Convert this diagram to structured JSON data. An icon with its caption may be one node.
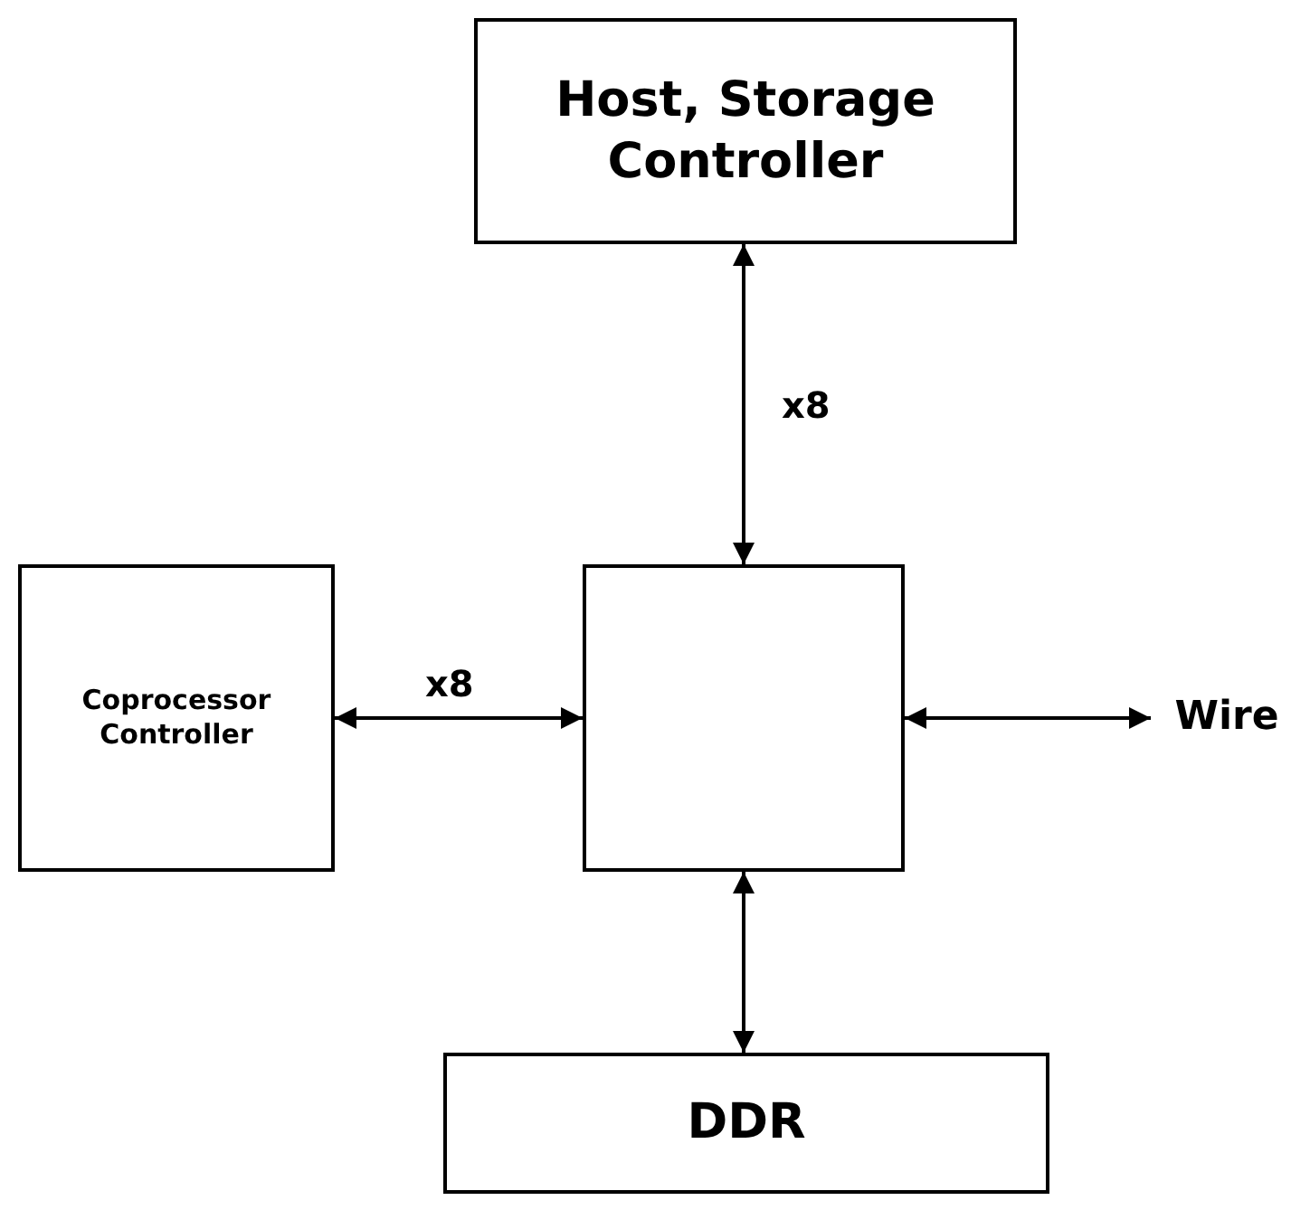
{
  "diagram": {
    "nodes": [
      {
        "text": [
          "Host, Storage Controller"
        ]
      },
      {
        "text": [
          "Coprocessor Controller"
        ]
      },
      {
        "text": [],
        "shape": "box"
      },
      {
        "text": [
          "Wire"
        ]
      },
      {
        "text": [
          "DDR"
        ]
      }
    ],
    "edges": [
      {
        "from": 0,
        "to": 2,
        "arrow": "both",
        "label": "x8"
      },
      {
        "from": 1,
        "to": 2,
        "arrow": "both",
        "label": "x8"
      },
      {
        "from": 2,
        "to": 3,
        "arrow": "both"
      },
      {
        "from": 2,
        "to": 4,
        "arrow": "both"
      }
    ]
  }
}
